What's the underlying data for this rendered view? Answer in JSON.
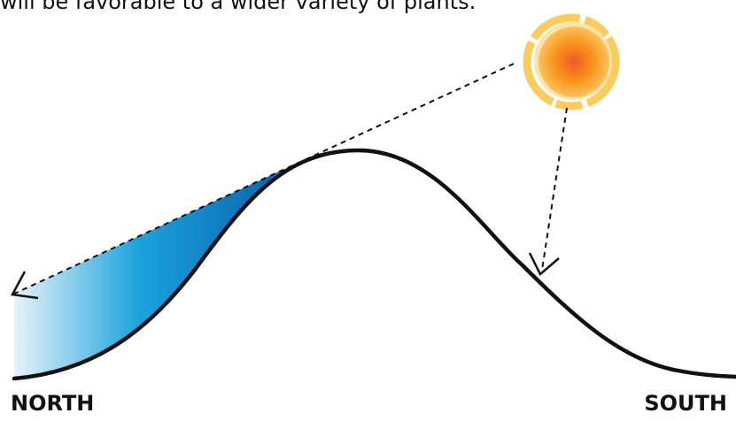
{
  "caption": {
    "text": "will be favorable to a wider variety of plants."
  },
  "labels": {
    "north": "NORTH",
    "south": "SOUTH"
  },
  "colors": {
    "hill_stroke": "#111111",
    "ray_stroke": "#111111",
    "shadow_light": "#e8f2fa",
    "shadow_mid": "#1ba3dd",
    "shadow_dark": "#0a5ea8",
    "sun_core": "#f15a24",
    "sun_mid": "#f7941d",
    "sun_outer": "#fbc15a",
    "sun_halo": "#f9c74f"
  },
  "icons": {
    "sun": "sun-icon"
  }
}
